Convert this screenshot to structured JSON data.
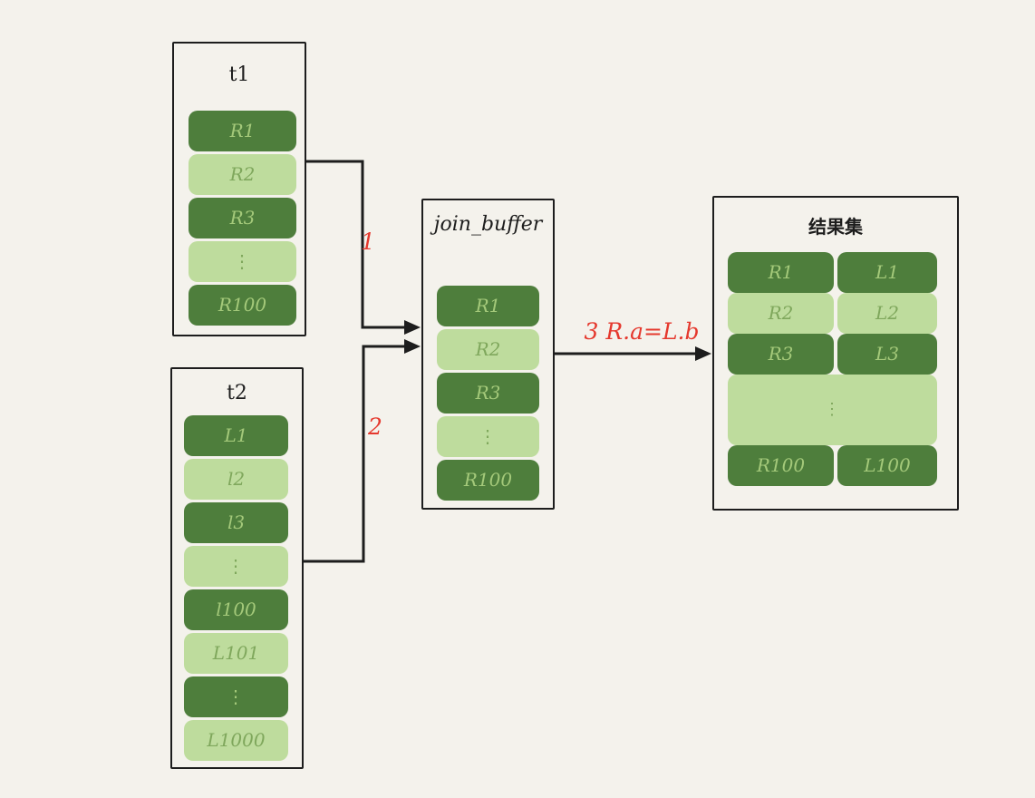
{
  "colors": {
    "background": "#f4f2ec",
    "dark_green": "#4e7e3c",
    "light_green": "#bedc9d",
    "text_on_dark": "#a4c97a",
    "text_on_light": "#7fa75c",
    "outline_black": "#1d1d1d",
    "label_red": "#e5392e"
  },
  "boxes": {
    "t1": {
      "title": "t1",
      "rows": [
        "R1",
        "R2",
        "R3",
        "⋮",
        "R100"
      ]
    },
    "t2": {
      "title": "t2",
      "rows": [
        "L1",
        "l2",
        "l3",
        "⋮",
        "l100",
        "L101",
        "⋮",
        "L1000"
      ]
    },
    "join_buffer": {
      "title": "join_buffer",
      "rows": [
        "R1",
        "R2",
        "R3",
        "⋮",
        "R100"
      ]
    },
    "result": {
      "title": "结果集",
      "rows": [
        [
          "R1",
          "L1"
        ],
        [
          "R2",
          "L2"
        ],
        [
          "R3",
          "L3"
        ],
        "⋮",
        [
          "R100",
          "L100"
        ]
      ]
    }
  },
  "arrows": {
    "step1": "1",
    "step2": "2",
    "step3": "3  R.a=L.b"
  }
}
